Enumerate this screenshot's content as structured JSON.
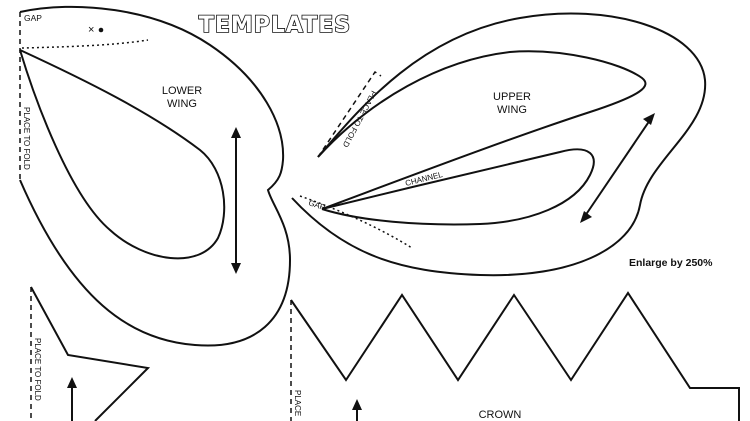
{
  "page": {
    "title": "TEMPLATES",
    "note": "Enlarge by 250%"
  },
  "lower_wing": {
    "label_line1": "LOWER",
    "label_line2": "WING",
    "gap_label": "GAP",
    "fold_label": "PLACE TO FOLD"
  },
  "upper_wing": {
    "label_line1": "UPPER",
    "label_line2": "WING",
    "channel_label": "CHANNEL",
    "gap_label": "GAP",
    "fold_label": "PLACE TO FOLD"
  },
  "body_piece": {
    "fold_label": "PLACE TO FOLD"
  },
  "crown": {
    "label": "CROWN",
    "fold_label": "PLACE"
  },
  "colors": {
    "ink": "#111111",
    "background": "#ffffff"
  }
}
